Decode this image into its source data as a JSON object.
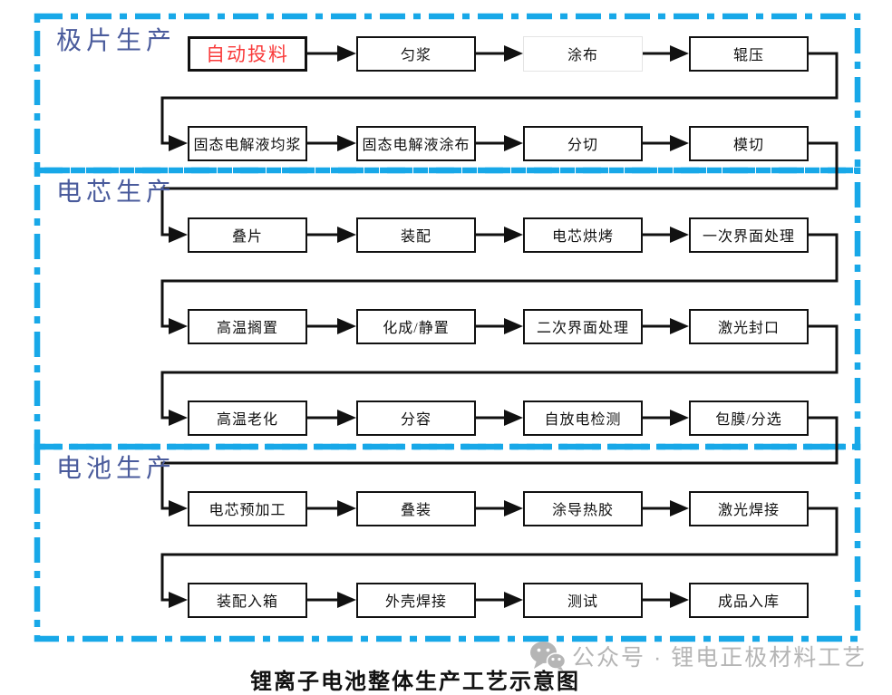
{
  "diagram": {
    "sections": [
      {
        "label": "极片生产"
      },
      {
        "label": "电芯生产"
      },
      {
        "label": "电池生产"
      }
    ],
    "rows": [
      {
        "section": 0,
        "steps": [
          {
            "label": "自动投料",
            "style": "red"
          },
          {
            "label": "匀浆"
          },
          {
            "label": "涂布",
            "style": "light"
          },
          {
            "label": "辊压"
          }
        ]
      },
      {
        "section": 0,
        "steps": [
          {
            "label": "固态电解液均浆"
          },
          {
            "label": "固态电解液涂布"
          },
          {
            "label": "分切"
          },
          {
            "label": "模切"
          }
        ]
      },
      {
        "section": 1,
        "steps": [
          {
            "label": "叠片"
          },
          {
            "label": "装配"
          },
          {
            "label": "电芯烘烤"
          },
          {
            "label": "一次界面处理"
          }
        ]
      },
      {
        "section": 1,
        "steps": [
          {
            "label": "高温搁置"
          },
          {
            "label": "化成/静置"
          },
          {
            "label": "二次界面处理"
          },
          {
            "label": "激光封口"
          }
        ]
      },
      {
        "section": 1,
        "steps": [
          {
            "label": "高温老化"
          },
          {
            "label": "分容"
          },
          {
            "label": "自放电检测"
          },
          {
            "label": "包膜/分选"
          }
        ]
      },
      {
        "section": 2,
        "steps": [
          {
            "label": "电芯预加工"
          },
          {
            "label": "叠装"
          },
          {
            "label": "涂导热胶"
          },
          {
            "label": "激光焊接"
          }
        ]
      },
      {
        "section": 2,
        "steps": [
          {
            "label": "装配入箱"
          },
          {
            "label": "外壳焊接"
          },
          {
            "label": "测试"
          },
          {
            "label": "成品入库"
          }
        ]
      }
    ],
    "caption": "锂离子电池整体生产工艺示意图",
    "watermark": {
      "icon": "wechat-icon",
      "text": "公众号 · 锂电正极材料工艺"
    },
    "colors": {
      "border_blue": "#18a8e8",
      "section_label_blue": "#4a5b9c",
      "highlight_red": "#f93b3b",
      "line_black": "#111111",
      "watermark_gray": "#b5b5b5"
    }
  }
}
